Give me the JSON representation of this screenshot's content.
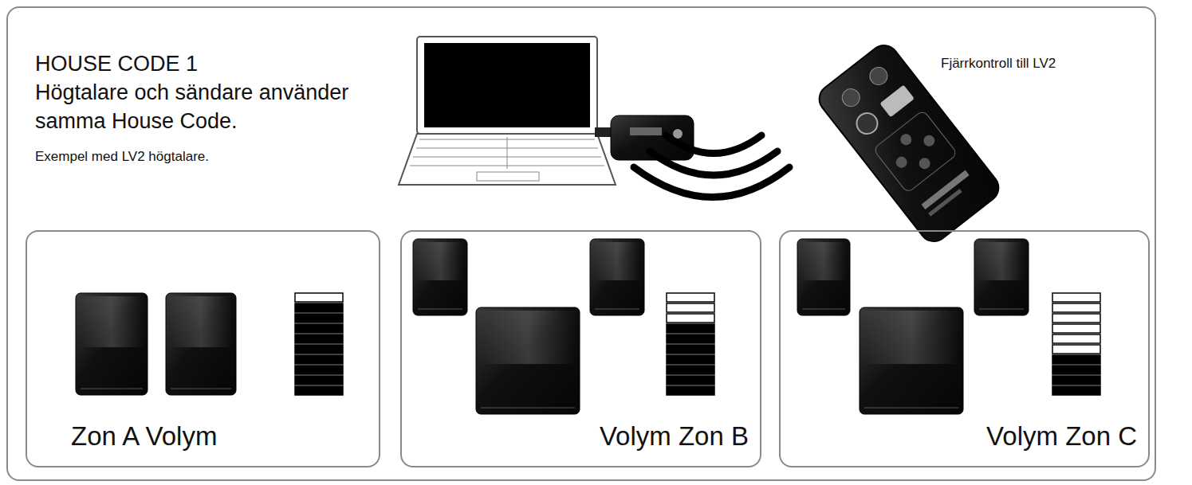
{
  "diagram": {
    "nodes": [
      {
        "text": [
          "HOUSE CODE 1",
          "Högtalare och sändare använder samma House Code.",
          "Exempel med LV2 högtalare."
        ]
      },
      {
        "text": [
          "Zon A Volym"
        ],
        "in": 0
      },
      {
        "text": [
          "Volym Zon B"
        ],
        "in": 0
      },
      {
        "text": [
          "Volym Zon C"
        ],
        "in": 0
      }
    ],
    "labels": [
      "Fjärrkontroll till LV2"
    ]
  }
}
